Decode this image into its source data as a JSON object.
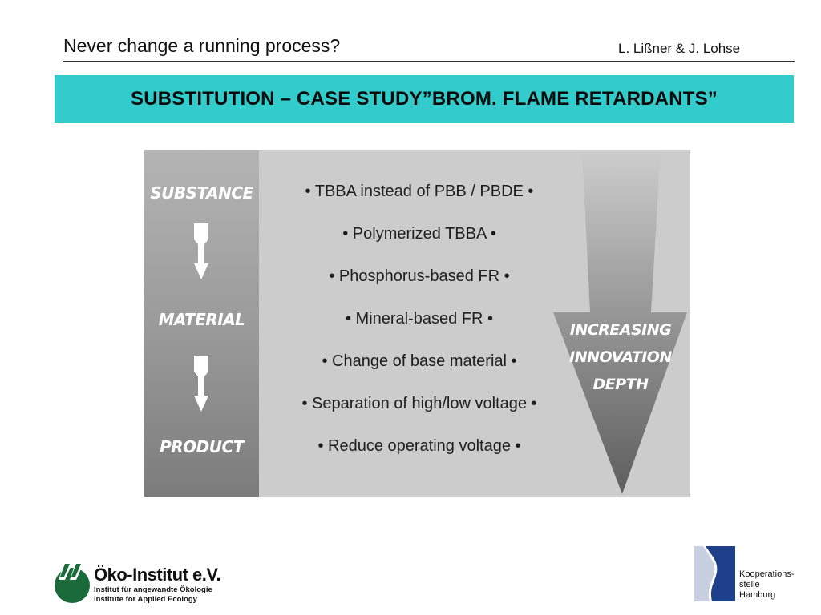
{
  "header": {
    "title": "Never change a running process?",
    "authors": "L. Lißner & J. Lohse"
  },
  "banner": {
    "title": "SUBSTITUTION – CASE STUDY”BROM. FLAME RETARDANTS”",
    "color": "#33cccc"
  },
  "diagram": {
    "stages": [
      "SUBSTANCE",
      "MATERIAL",
      "PRODUCT"
    ],
    "items": [
      "• TBBA instead of PBB / PBDE •",
      "• Polymerized TBBA •",
      "• Phosphorus-based FR •",
      "• Mineral-based FR •",
      "• Change of base material •",
      "• Separation of high/low voltage •",
      "• Reduce operating voltage •"
    ],
    "depth_label": [
      "INCREASING",
      "INNOVATION",
      "DEPTH"
    ]
  },
  "footer": {
    "oeko_name": "Öko-Institut e.V.",
    "oeko_sub1": "Institut für angewandte Ökologie",
    "oeko_sub2": "Institute for Applied Ecology",
    "koop_lines": [
      "Kooperations-",
      "stelle",
      "Hamburg"
    ]
  }
}
